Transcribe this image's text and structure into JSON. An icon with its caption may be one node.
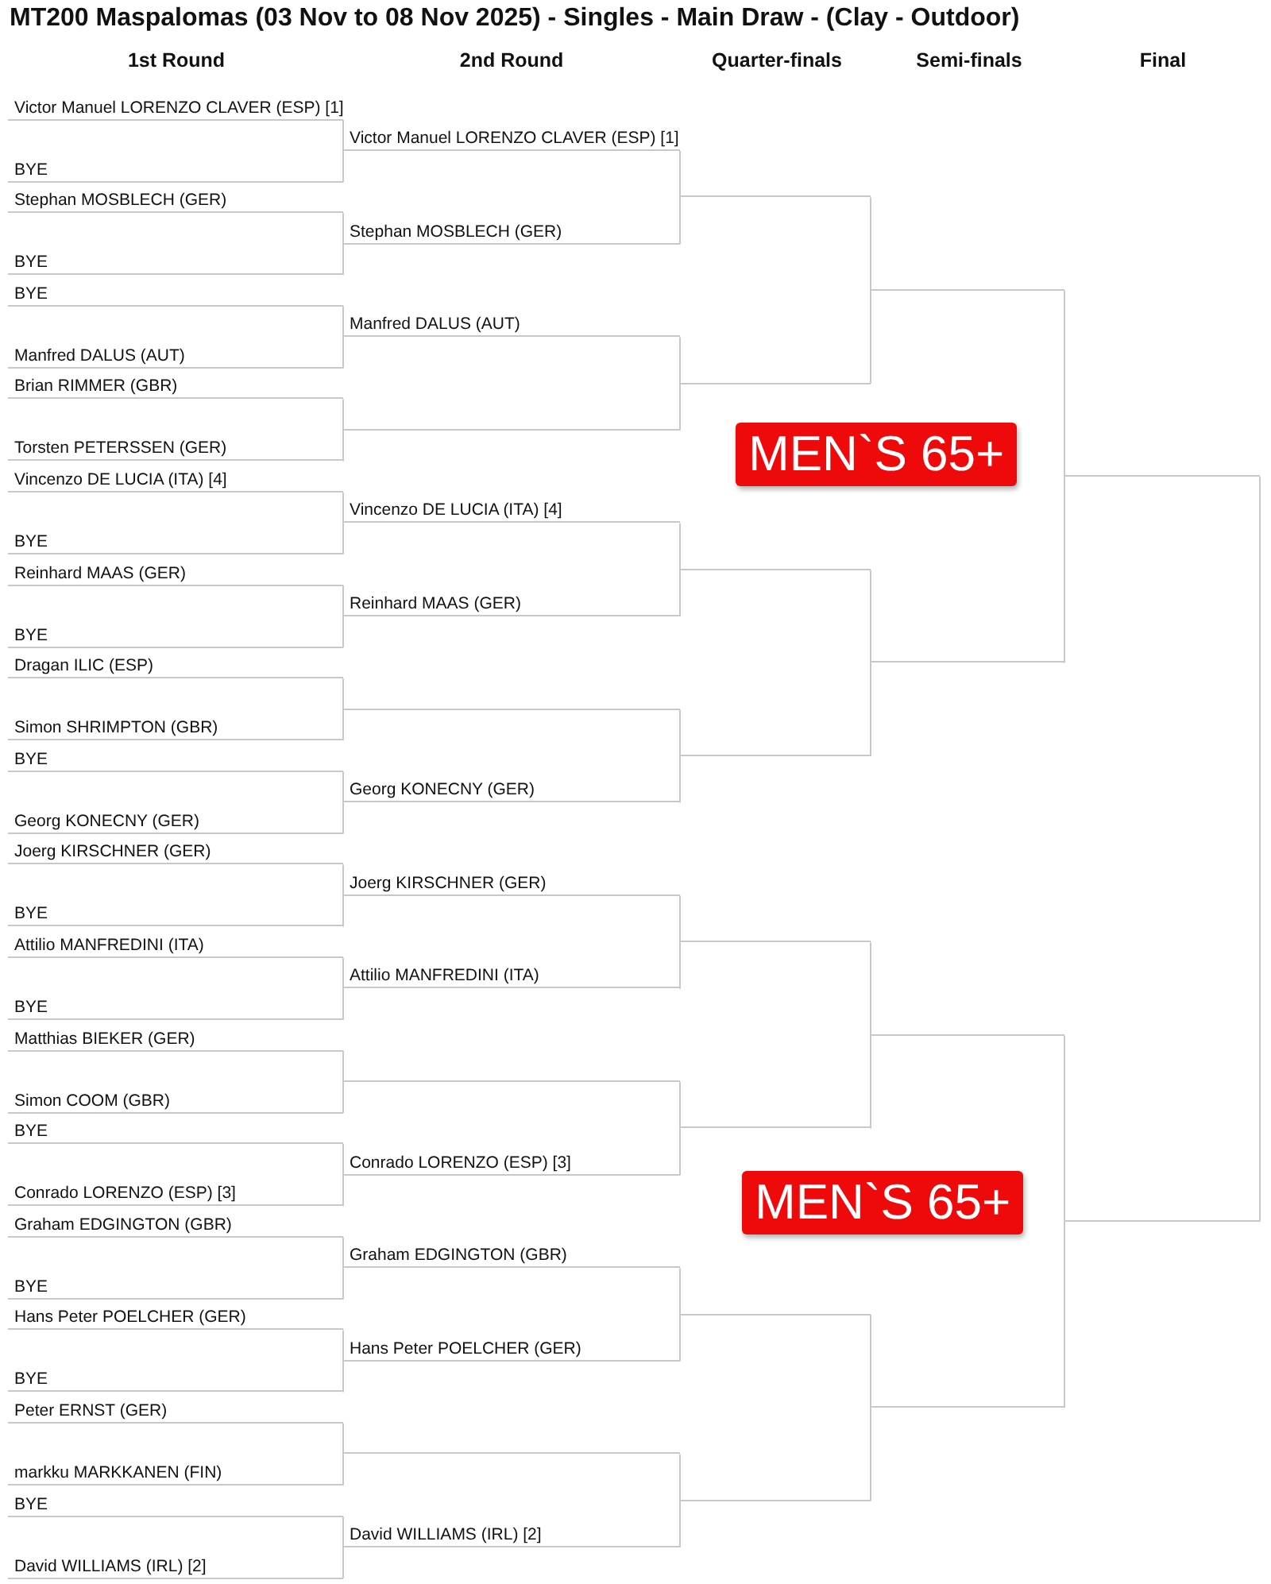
{
  "diagram": {
    "title": "MT200 Maspalomas (03 Nov to 08 Nov 2025) - Singles - Main Draw - (Clay - Outdoor)",
    "nodes": [
      {
        "text": [
          "Victor Manuel LORENZO CLAVER (ESP) [1]"
        ]
      },
      {
        "text": [
          "BYE"
        ]
      },
      {
        "text": [
          "Stephan MOSBLECH (GER)"
        ]
      },
      {
        "text": [
          "BYE"
        ]
      },
      {
        "text": [
          "BYE"
        ]
      },
      {
        "text": [
          "Manfred DALUS (AUT)"
        ]
      },
      {
        "text": [
          "Brian RIMMER (GBR)"
        ]
      },
      {
        "text": [
          "Torsten PETERSSEN (GER)"
        ]
      },
      {
        "text": [
          "Vincenzo DE LUCIA (ITA) [4]"
        ]
      },
      {
        "text": [
          "BYE"
        ]
      },
      {
        "text": [
          "Reinhard MAAS (GER)"
        ]
      },
      {
        "text": [
          "BYE"
        ]
      },
      {
        "text": [
          "Dragan ILIC (ESP)"
        ]
      },
      {
        "text": [
          "Simon SHRIMPTON (GBR)"
        ]
      },
      {
        "text": [
          "BYE"
        ]
      },
      {
        "text": [
          "Georg KONECNY (GER)"
        ]
      },
      {
        "text": [
          "Joerg KIRSCHNER (GER)"
        ]
      },
      {
        "text": [
          "BYE"
        ]
      },
      {
        "text": [
          "Attilio MANFREDINI (ITA)"
        ]
      },
      {
        "text": [
          "BYE"
        ]
      },
      {
        "text": [
          "Matthias BIEKER (GER)"
        ]
      },
      {
        "text": [
          "Simon COOM (GBR)"
        ]
      },
      {
        "text": [
          "BYE"
        ]
      },
      {
        "text": [
          "Conrado LORENZO (ESP) [3]"
        ]
      },
      {
        "text": [
          "Graham EDGINGTON (GBR)"
        ]
      },
      {
        "text": [
          "BYE"
        ]
      },
      {
        "text": [
          "Hans Peter POELCHER (GER)"
        ]
      },
      {
        "text": [
          "BYE"
        ]
      },
      {
        "text": [
          "Peter ERNST (GER)"
        ]
      },
      {
        "text": [
          "markku MARKKANEN (FIN)"
        ]
      },
      {
        "text": [
          "BYE"
        ]
      },
      {
        "text": [
          "David WILLIAMS (IRL) [2]"
        ]
      },
      {
        "text": [
          "Victor Manuel LORENZO CLAVER (ESP) [1]"
        ]
      },
      {
        "text": [
          "Stephan MOSBLECH (GER)"
        ]
      },
      {
        "text": [
          "Manfred DALUS (AUT)"
        ]
      },
      {
        "text": [],
        "shape": "line"
      },
      {
        "text": [
          "Vincenzo DE LUCIA (ITA) [4]"
        ]
      },
      {
        "text": [
          "Reinhard MAAS (GER)"
        ]
      },
      {
        "text": [],
        "shape": "line"
      },
      {
        "text": [
          "Georg KONECNY (GER)"
        ]
      },
      {
        "text": [
          "Joerg KIRSCHNER (GER)"
        ]
      },
      {
        "text": [
          "Attilio MANFREDINI (ITA)"
        ]
      },
      {
        "text": [],
        "shape": "line"
      },
      {
        "text": [
          "Conrado LORENZO (ESP) [3]"
        ]
      },
      {
        "text": [
          "Graham EDGINGTON (GBR)"
        ]
      },
      {
        "text": [
          "Hans Peter POELCHER (GER)"
        ]
      },
      {
        "text": [],
        "shape": "line"
      },
      {
        "text": [
          "David WILLIAMS (IRL) [2]"
        ]
      },
      {
        "text": [],
        "shape": "line"
      },
      {
        "text": [],
        "shape": "line"
      },
      {
        "text": [],
        "shape": "line"
      },
      {
        "text": [],
        "shape": "line"
      },
      {
        "text": [],
        "shape": "line"
      },
      {
        "text": [],
        "shape": "line"
      },
      {
        "text": [],
        "shape": "line"
      },
      {
        "text": [],
        "shape": "line"
      },
      {
        "text": [],
        "shape": "line"
      },
      {
        "text": [],
        "shape": "line"
      },
      {
        "text": [],
        "shape": "line"
      },
      {
        "text": [],
        "shape": "line"
      },
      {
        "text": [],
        "shape": "line"
      },
      {
        "text": [],
        "shape": "line"
      }
    ],
    "edges": [
      {
        "from": 0,
        "to": 32,
        "arrow": "none"
      },
      {
        "from": 1,
        "to": 32,
        "arrow": "none"
      },
      {
        "from": 2,
        "to": 33,
        "arrow": "none"
      },
      {
        "from": 3,
        "to": 33,
        "arrow": "none"
      },
      {
        "from": 4,
        "to": 34,
        "arrow": "none"
      },
      {
        "from": 5,
        "to": 34,
        "arrow": "none"
      },
      {
        "from": 6,
        "to": 35,
        "arrow": "none"
      },
      {
        "from": 7,
        "to": 35,
        "arrow": "none"
      },
      {
        "from": 8,
        "to": 36,
        "arrow": "none"
      },
      {
        "from": 9,
        "to": 36,
        "arrow": "none"
      },
      {
        "from": 10,
        "to": 37,
        "arrow": "none"
      },
      {
        "from": 11,
        "to": 37,
        "arrow": "none"
      },
      {
        "from": 12,
        "to": 38,
        "arrow": "none"
      },
      {
        "from": 13,
        "to": 38,
        "arrow": "none"
      },
      {
        "from": 14,
        "to": 39,
        "arrow": "none"
      },
      {
        "from": 15,
        "to": 39,
        "arrow": "none"
      },
      {
        "from": 16,
        "to": 40,
        "arrow": "none"
      },
      {
        "from": 17,
        "to": 40,
        "arrow": "none"
      },
      {
        "from": 18,
        "to": 41,
        "arrow": "none"
      },
      {
        "from": 19,
        "to": 41,
        "arrow": "none"
      },
      {
        "from": 20,
        "to": 42,
        "arrow": "none"
      },
      {
        "from": 21,
        "to": 42,
        "arrow": "none"
      },
      {
        "from": 22,
        "to": 43,
        "arrow": "none"
      },
      {
        "from": 23,
        "to": 43,
        "arrow": "none"
      },
      {
        "from": 24,
        "to": 44,
        "arrow": "none"
      },
      {
        "from": 25,
        "to": 44,
        "arrow": "none"
      },
      {
        "from": 26,
        "to": 45,
        "arrow": "none"
      },
      {
        "from": 27,
        "to": 45,
        "arrow": "none"
      },
      {
        "from": 28,
        "to": 46,
        "arrow": "none"
      },
      {
        "from": 29,
        "to": 46,
        "arrow": "none"
      },
      {
        "from": 30,
        "to": 47,
        "arrow": "none"
      },
      {
        "from": 31,
        "to": 47,
        "arrow": "none"
      },
      {
        "from": 32,
        "to": 48,
        "arrow": "none"
      },
      {
        "from": 33,
        "to": 48,
        "arrow": "none"
      },
      {
        "from": 34,
        "to": 49,
        "arrow": "none"
      },
      {
        "from": 35,
        "to": 49,
        "arrow": "none"
      },
      {
        "from": 36,
        "to": 50,
        "arrow": "none"
      },
      {
        "from": 37,
        "to": 50,
        "arrow": "none"
      },
      {
        "from": 38,
        "to": 51,
        "arrow": "none"
      },
      {
        "from": 39,
        "to": 51,
        "arrow": "none"
      },
      {
        "from": 40,
        "to": 52,
        "arrow": "none"
      },
      {
        "from": 41,
        "to": 52,
        "arrow": "none"
      },
      {
        "from": 42,
        "to": 53,
        "arrow": "none"
      },
      {
        "from": 43,
        "to": 53,
        "arrow": "none"
      },
      {
        "from": 44,
        "to": 54,
        "arrow": "none"
      },
      {
        "from": 45,
        "to": 54,
        "arrow": "none"
      },
      {
        "from": 46,
        "to": 55,
        "arrow": "none"
      },
      {
        "from": 47,
        "to": 55,
        "arrow": "none"
      },
      {
        "from": 48,
        "to": 56,
        "arrow": "none"
      },
      {
        "from": 49,
        "to": 56,
        "arrow": "none"
      },
      {
        "from": 50,
        "to": 57,
        "arrow": "none"
      },
      {
        "from": 51,
        "to": 57,
        "arrow": "none"
      },
      {
        "from": 52,
        "to": 58,
        "arrow": "none"
      },
      {
        "from": 53,
        "to": 58,
        "arrow": "none"
      },
      {
        "from": 54,
        "to": 59,
        "arrow": "none"
      },
      {
        "from": 55,
        "to": 59,
        "arrow": "none"
      },
      {
        "from": 56,
        "to": 60,
        "arrow": "none"
      },
      {
        "from": 57,
        "to": 60,
        "arrow": "none"
      },
      {
        "from": 58,
        "to": 61,
        "arrow": "none"
      },
      {
        "from": 59,
        "to": 61,
        "arrow": "none"
      },
      {
        "from": 60,
        "to": 61,
        "arrow": "none"
      }
    ],
    "labels": [
      "1st Round",
      "2nd Round",
      "Quarter-finals",
      "Semi-finals",
      "Final",
      "MEN`S 65+",
      "MEN`S 65+"
    ]
  }
}
